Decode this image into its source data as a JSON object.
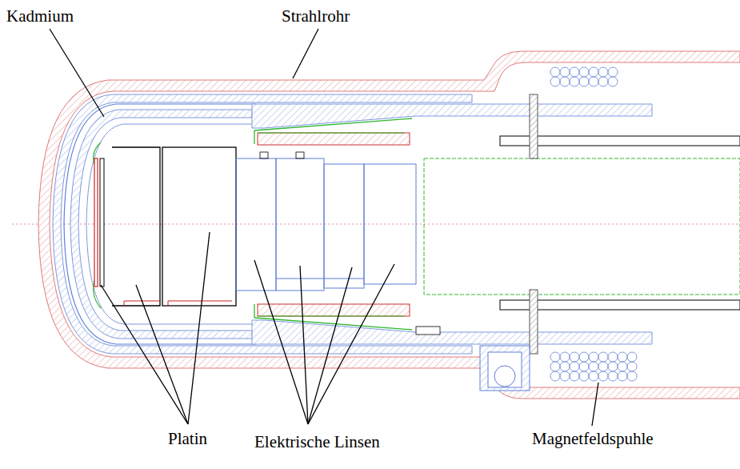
{
  "diagram": {
    "labels": [
      "Kadmium",
      "Strahlrohr",
      "Platin",
      "Elektrische Linsen",
      "Magnetfeldspuhle"
    ]
  }
}
